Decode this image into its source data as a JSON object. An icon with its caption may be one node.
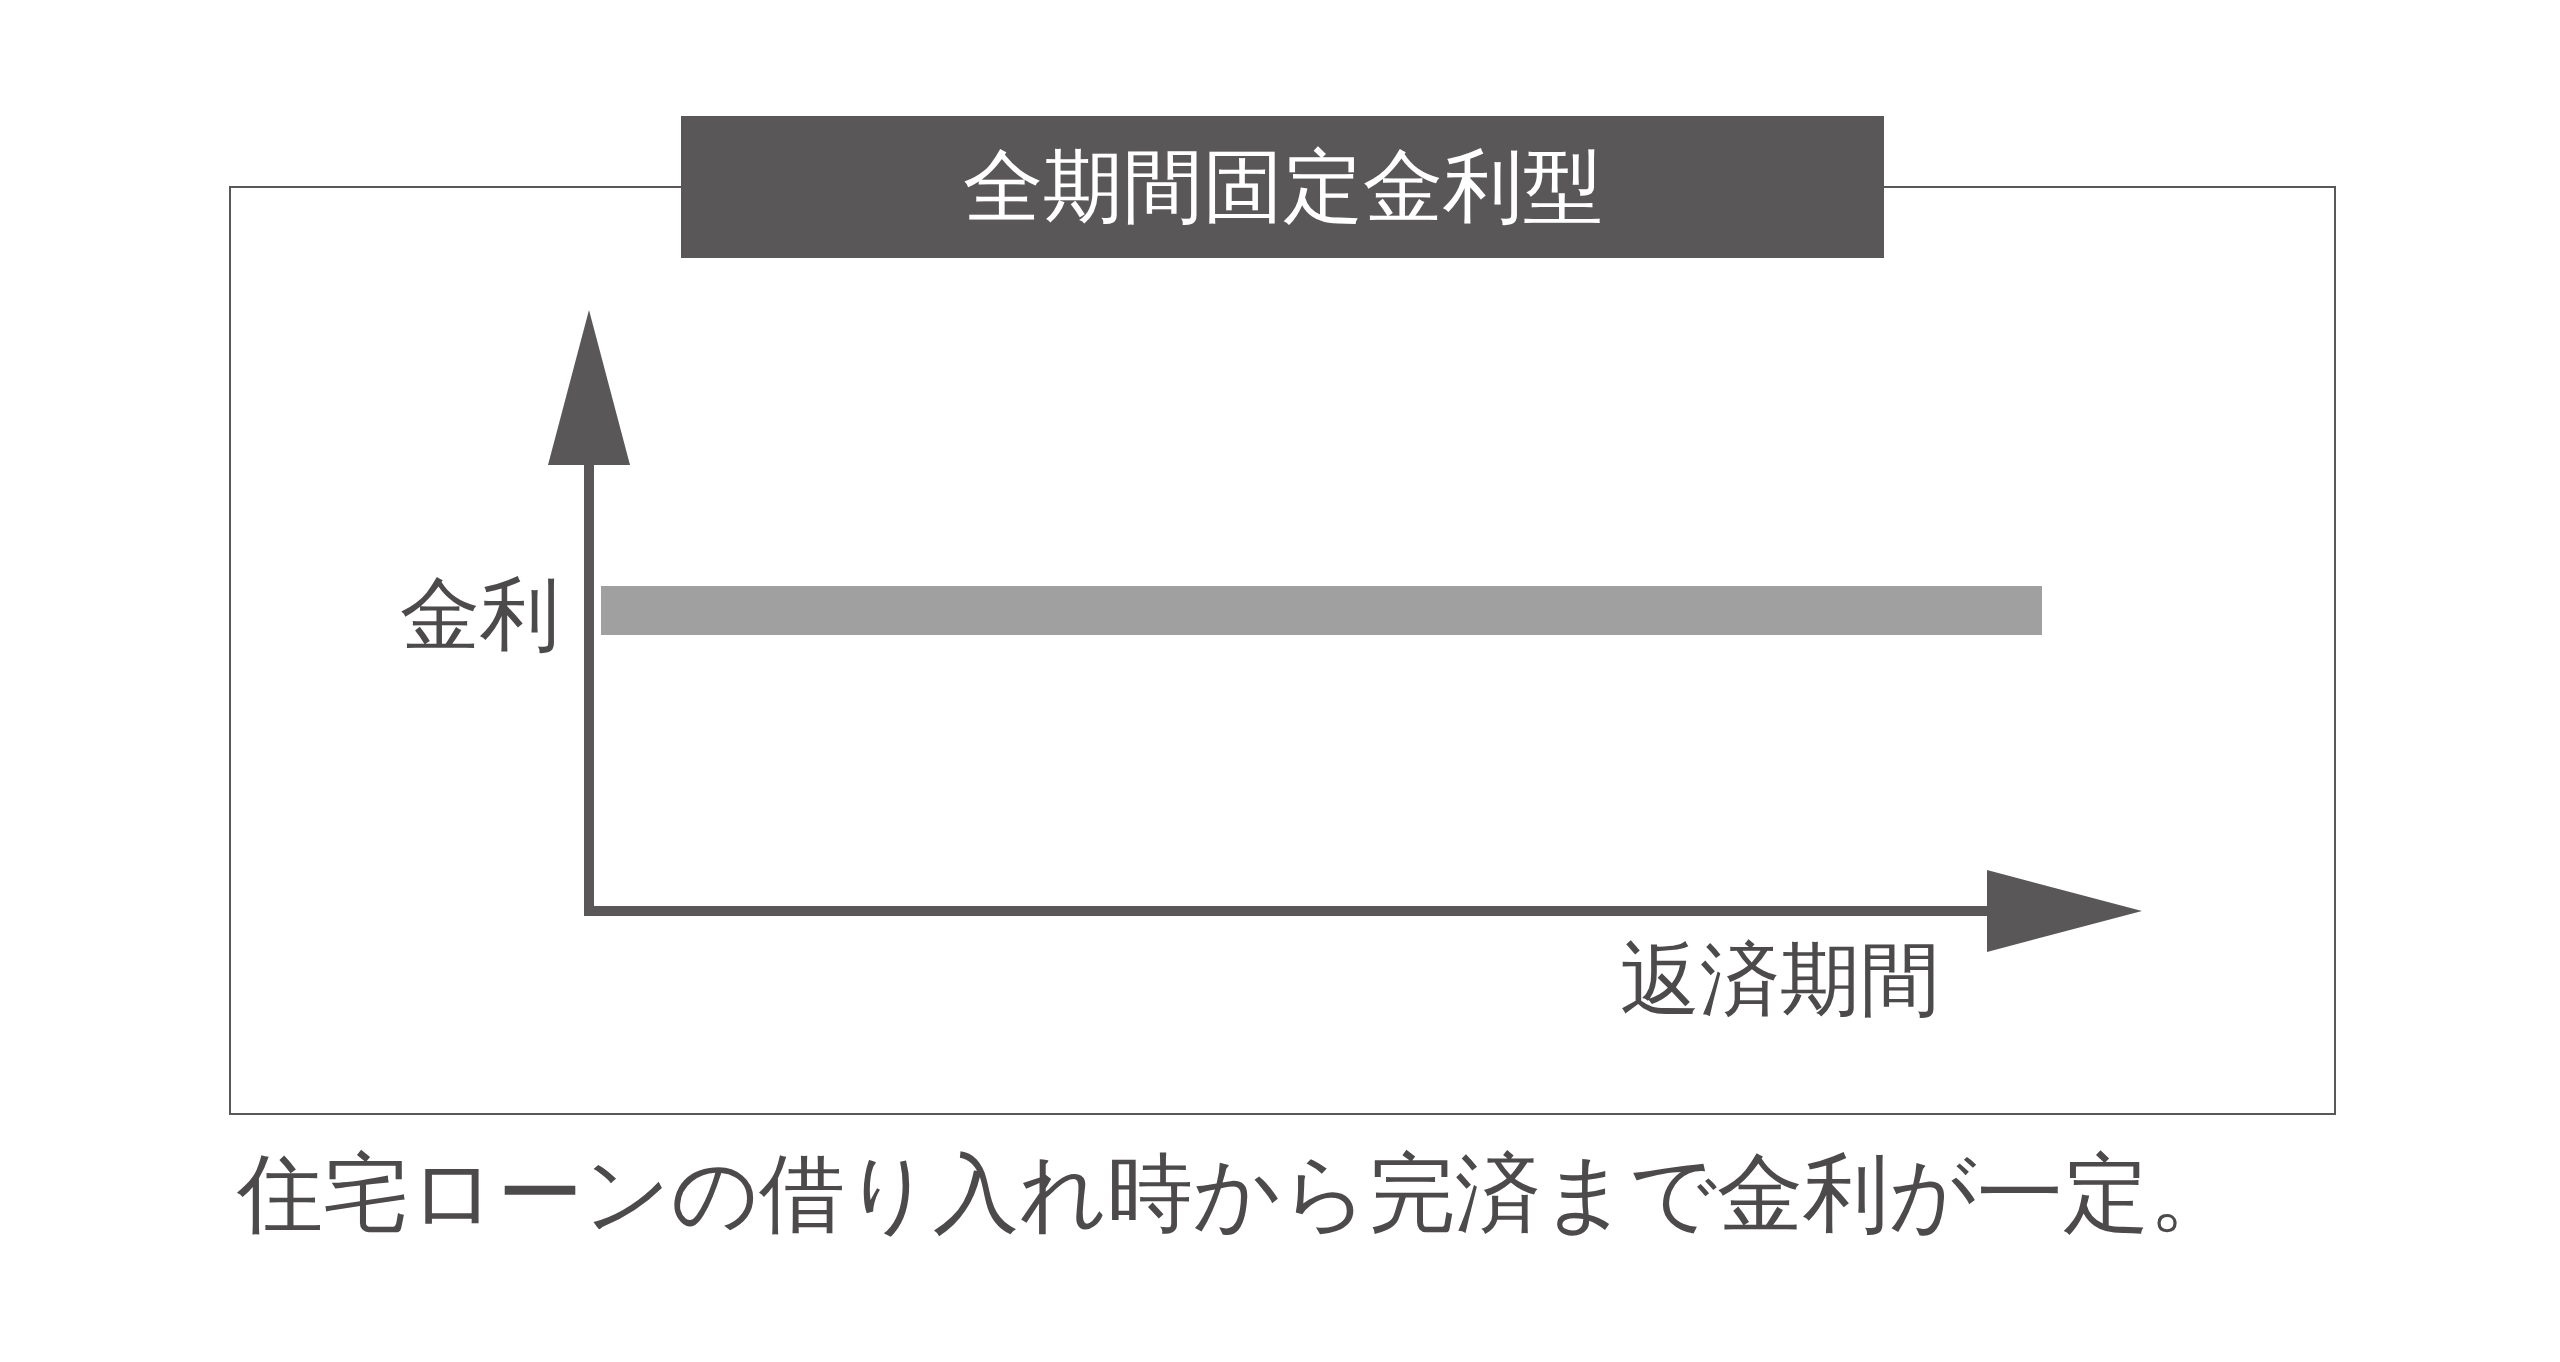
{
  "diagram": {
    "title": "全期間固定金利型",
    "caption": "住宅ローンの借り入れ時から完済まで金利が一定。",
    "labels": [
      "金利",
      "返済期間"
    ]
  }
}
